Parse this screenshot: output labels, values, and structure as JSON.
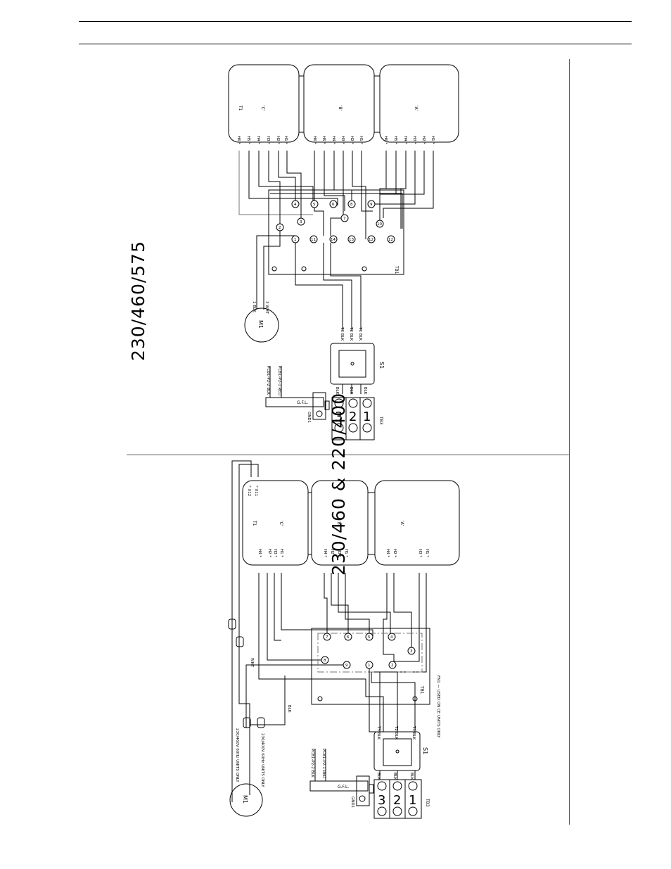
{
  "header": {},
  "upper": {
    "voltage": "230/460/575",
    "t1_label": "T1",
    "coils": [
      "'C'",
      "'B'",
      "'A'"
    ],
    "coil_pins": [
      "H6 *",
      "H5 *",
      "H4 *",
      "H3 *",
      "H2 *",
      "H1 *"
    ],
    "tb1": "TB1",
    "motor": "M1",
    "motor_wires": [
      "1 BLK",
      "3 WHT"
    ],
    "switch": "S1",
    "switch_wires": [
      "T3 BLK",
      "T2 BLK",
      "T1 BLK"
    ],
    "tb3": "TB3",
    "tb3_wires": [
      "BLK",
      "BLK",
      "BLK"
    ],
    "tb3_nums": [
      "3",
      "2",
      "1"
    ],
    "gfl": "G.F.L.",
    "gnd": "GND1",
    "pcb_wires": [
      "PCB1-P2-2 BLK",
      "PCB1-P2-1 RED"
    ],
    "tb1_terms": [
      "4",
      "5",
      "6",
      "8",
      "9",
      "2",
      "3",
      "7",
      "10",
      "1",
      "11",
      "14",
      "13",
      "12"
    ]
  },
  "lower": {
    "voltage": "230/460 & 220/400",
    "t1_label": "T1",
    "coils": [
      "'C'",
      "'B'",
      "'A'"
    ],
    "c_pins": [
      "H4 *",
      "H2 *",
      "H3 *",
      "H1 *"
    ],
    "b_pins": [
      "H4 *",
      "H2 *",
      "H3 *",
      "H1 *"
    ],
    "a_pins": [
      "H4 *",
      "H2 *",
      "H3 *",
      "H1 *"
    ],
    "x_pins": [
      "* X12",
      "* X11"
    ],
    "tb1": "TB1",
    "fn1": "FN1 — USED ON CE UNITS ONLY",
    "motor": "M1",
    "note_60hz": "230/460V 60Hz UNITS ONLY",
    "note_50hz": "230/400V 60Hz UNITS ONLY",
    "wht": "WHT",
    "blk": "BLK",
    "switch": "S1",
    "switch_wires": [
      "T3 BLK",
      "T2 BLK",
      "T1 BLK"
    ],
    "tb3": "TB3",
    "tb3_wires": [
      "BLK",
      "BLK",
      "BLK"
    ],
    "tb3_nums": [
      "3",
      "2",
      "1"
    ],
    "gfl": "G.F.L.",
    "gnd": "GND1",
    "pcb_wires": [
      "PCB1-P2-2 BLK",
      "PCB1-P2-1 RED"
    ],
    "tb1_terms": [
      "7",
      "6",
      "5",
      "4",
      "3",
      "8",
      "9",
      "1",
      "2"
    ]
  }
}
